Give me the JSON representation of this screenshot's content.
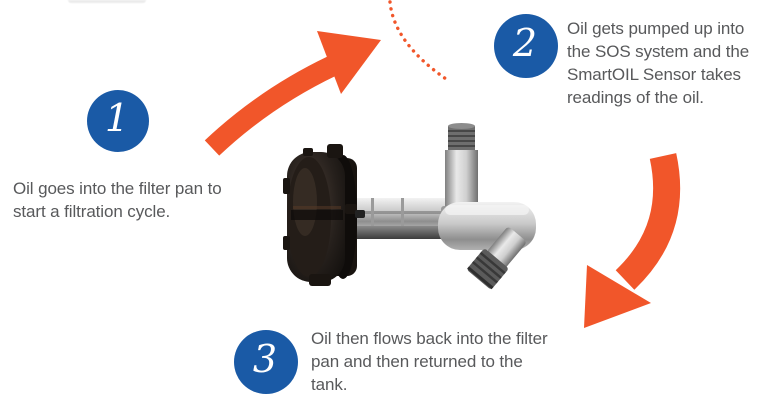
{
  "theme": {
    "accent_orange": "#F1562A",
    "badge_blue": "#1A5AA6",
    "text_gray": "#58595B",
    "background": "#FFFFFF"
  },
  "steps": [
    {
      "number": "1",
      "text": "Oil goes into the filter pan to start a filtration cycle."
    },
    {
      "number": "2",
      "text": "Oil gets pumped up into the SOS system and the SmartOIL Sensor takes readings of the oil."
    },
    {
      "number": "3",
      "text": "Oil then flows back into the filter pan and then returned to the tank."
    }
  ],
  "icons": {
    "arrow_step1_to_step2": "curved-orange-arrow-up-right",
    "dotted_connector": "orange-dotted-arc",
    "arrow_step2_to_step3": "curved-orange-arrow-down-left",
    "product_photo": "smartoil-sensor-valve"
  }
}
